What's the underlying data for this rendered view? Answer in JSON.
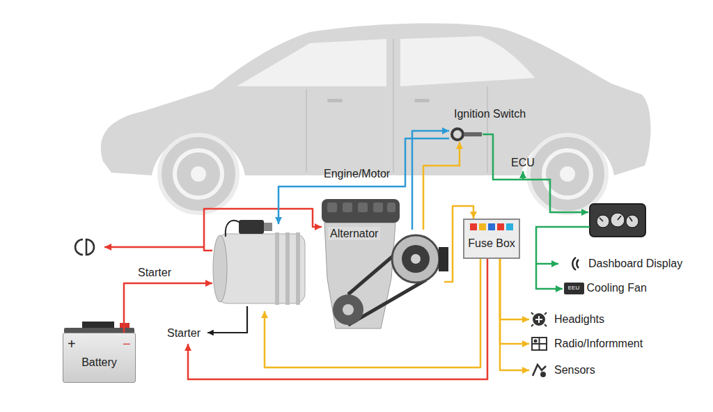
{
  "diagram": {
    "nodes": [
      {
        "text": [
          "Battery"
        ]
      },
      {
        "text": [
          "Starter"
        ]
      },
      {
        "text": [
          "Engine/Motor"
        ]
      },
      {
        "text": [
          "Alternator"
        ]
      },
      {
        "text": [
          "Ignition Switch"
        ]
      },
      {
        "text": [
          "ECU"
        ]
      },
      {
        "text": [
          "Fuse Box"
        ]
      },
      {
        "text": [
          "Dashboard Display"
        ]
      },
      {
        "text": [
          "EEU",
          "Cooling Fan"
        ]
      },
      {
        "text": [
          "Headights"
        ]
      },
      {
        "text": [
          "Radio/Informment"
        ]
      },
      {
        "text": [
          "Sensors"
        ]
      }
    ],
    "edges": [
      {
        "from": 0,
        "to": 1,
        "arrow": "to"
      },
      {
        "from": 1,
        "to": 2,
        "arrow": "to"
      },
      {
        "from": 4,
        "to": 1,
        "arrow": "to"
      },
      {
        "from": 3,
        "to": 4,
        "arrow": "to"
      },
      {
        "from": 3,
        "to": 4,
        "arrow": "to"
      },
      {
        "from": 4,
        "to": 5,
        "arrow": "to"
      },
      {
        "from": 6,
        "to": 1,
        "arrow": "to"
      },
      {
        "from": 3,
        "to": 6,
        "arrow": "to"
      },
      {
        "from": 6,
        "to": 9,
        "arrow": "to"
      },
      {
        "from": 6,
        "to": 10,
        "arrow": "to"
      },
      {
        "from": 6,
        "to": 11,
        "arrow": "to"
      }
    ],
    "labels": [
      "+",
      "−",
      "Starter"
    ]
  }
}
